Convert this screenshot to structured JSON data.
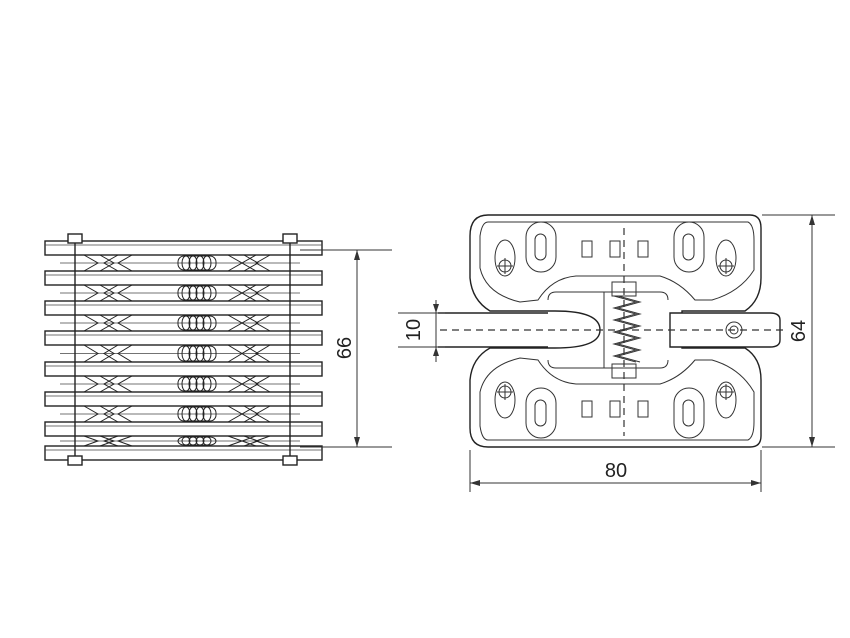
{
  "dimensions": {
    "height_left": "66",
    "gap": "10",
    "height_right": "64",
    "width": "80"
  }
}
